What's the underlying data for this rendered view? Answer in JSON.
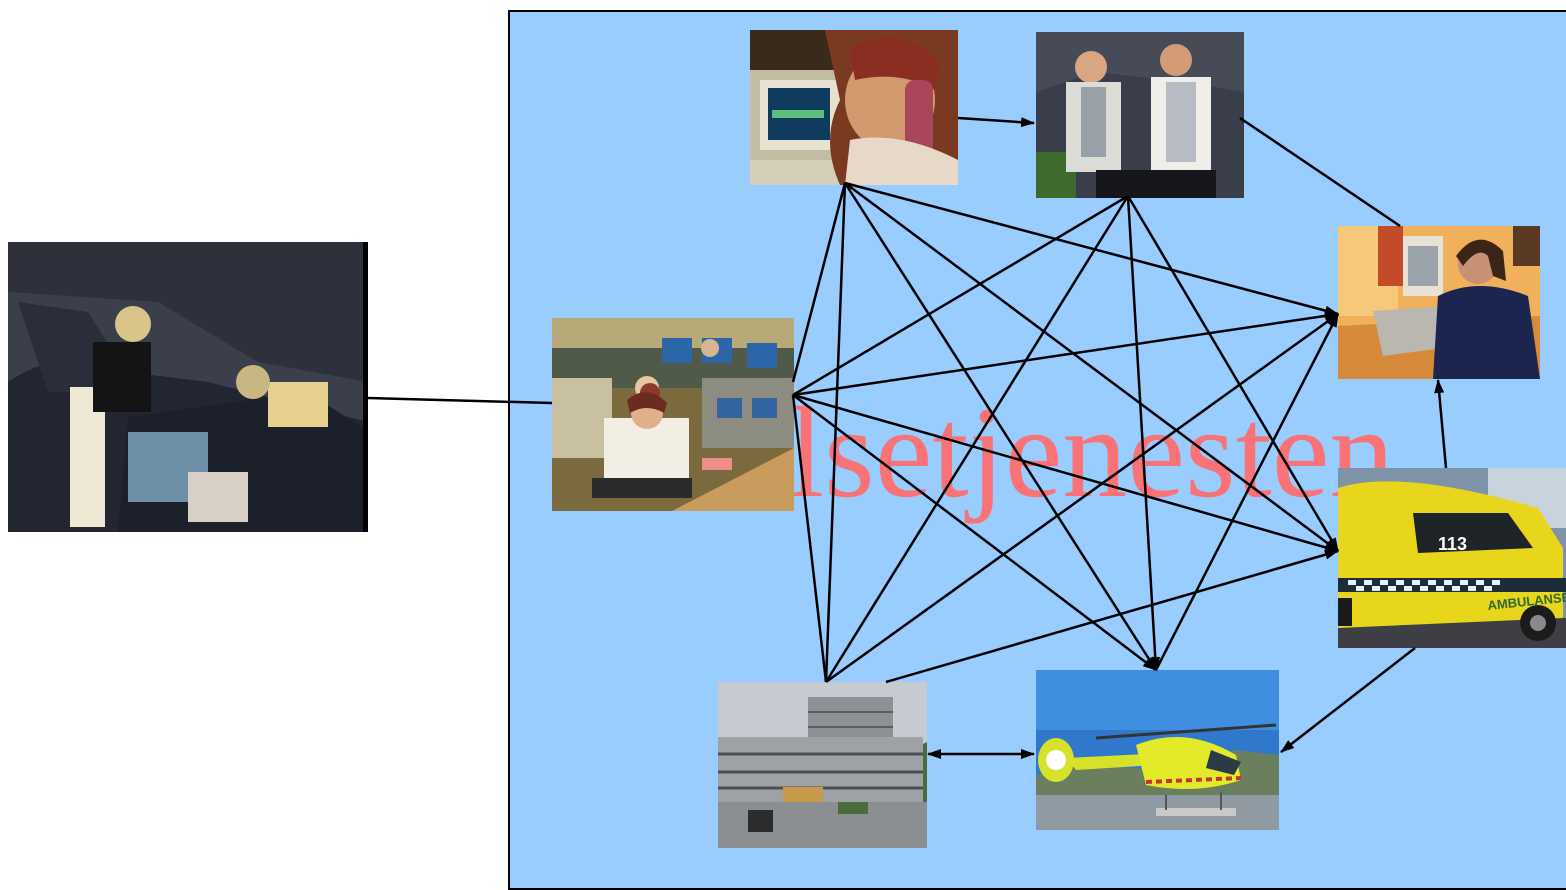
{
  "watermark": {
    "text": "lsetjenesten",
    "color": "#ff6e6e"
  },
  "colors": {
    "panel_bg": "#99ccff",
    "line": "#000000"
  },
  "nodes": [
    {
      "id": "accident-scene",
      "icon": "car-accident-photo"
    },
    {
      "id": "phone-operator",
      "icon": "phone-operator-photo"
    },
    {
      "id": "doctors",
      "icon": "doctors-photo"
    },
    {
      "id": "emergency-center",
      "icon": "emergency-center-photo"
    },
    {
      "id": "nurse-laptop",
      "icon": "nurse-laptop-photo"
    },
    {
      "id": "ambulance",
      "icon": "ambulance-photo",
      "label": "113",
      "side_text": "AMBULANSE"
    },
    {
      "id": "hospital",
      "icon": "hospital-building-photo"
    },
    {
      "id": "helicopter",
      "icon": "air-ambulance-photo"
    }
  ]
}
